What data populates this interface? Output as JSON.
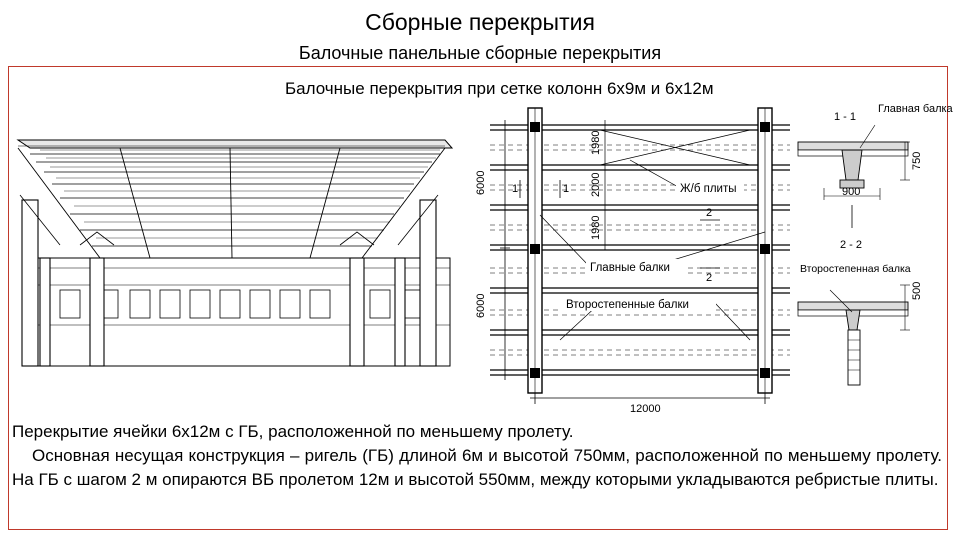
{
  "slide": {
    "title": "Сборные перекрытия",
    "subtitle": "Балочные панельные сборные перекрытия",
    "figure_caption": "Балочные перекрытия при сетке колонн 6х9м и 6х12м"
  },
  "plan": {
    "dim_top_1": "1980",
    "dim_top_2": "2000",
    "dim_top_3": "1980",
    "dim_span_1": "6000",
    "dim_span_2": "6000",
    "dim_bottom": "12000",
    "label_plates": "Ж/б плиты",
    "label_main_beams": "Главные балки",
    "label_secondary_beams": "Второстепенные балки",
    "section_mark_1": "1",
    "section_mark_2": "2"
  },
  "sections": {
    "s1_title": "1 - 1",
    "s1_label": "Главная балка",
    "s1_height": "750",
    "s1_width": "900",
    "s2_title": "2 - 2",
    "s2_label": "Второстепенная балка",
    "s2_height": "500"
  },
  "text": {
    "line1": "Перекрытие ячейки 6х12м с ГБ, расположенной по меньшему пролету.",
    "para": "Основная несущая конструкция – ригель (ГБ) длиной 6м и высотой 750мм, расположенной по меньшему пролету. На ГБ с шагом 2 м опираются ВБ пролетом 12м и высотой 550мм, между которыми укладываются ребристые плиты."
  }
}
